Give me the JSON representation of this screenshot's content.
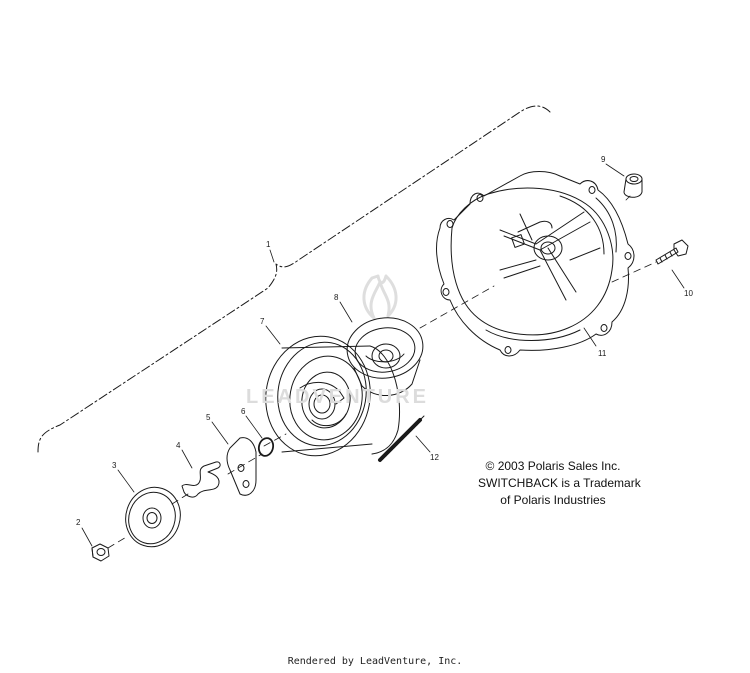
{
  "diagram": {
    "callouts": [
      {
        "id": "c1",
        "label": "1"
      },
      {
        "id": "c2",
        "label": "2"
      },
      {
        "id": "c3",
        "label": "3"
      },
      {
        "id": "c4",
        "label": "4"
      },
      {
        "id": "c5",
        "label": "5"
      },
      {
        "id": "c6",
        "label": "6"
      },
      {
        "id": "c7",
        "label": "7"
      },
      {
        "id": "c8",
        "label": "8"
      },
      {
        "id": "c9",
        "label": "9"
      },
      {
        "id": "c10",
        "label": "10"
      },
      {
        "id": "c11",
        "label": "11"
      },
      {
        "id": "c12",
        "label": "12"
      }
    ]
  },
  "copyright": {
    "line1": "© 2003 Polaris Sales Inc.",
    "line2": "SWITCHBACK is a Trademark",
    "line3": "of Polaris Industries"
  },
  "watermark": {
    "text": "LEADVENTURE"
  },
  "footer": {
    "text": "Rendered by LeadVenture, Inc."
  }
}
